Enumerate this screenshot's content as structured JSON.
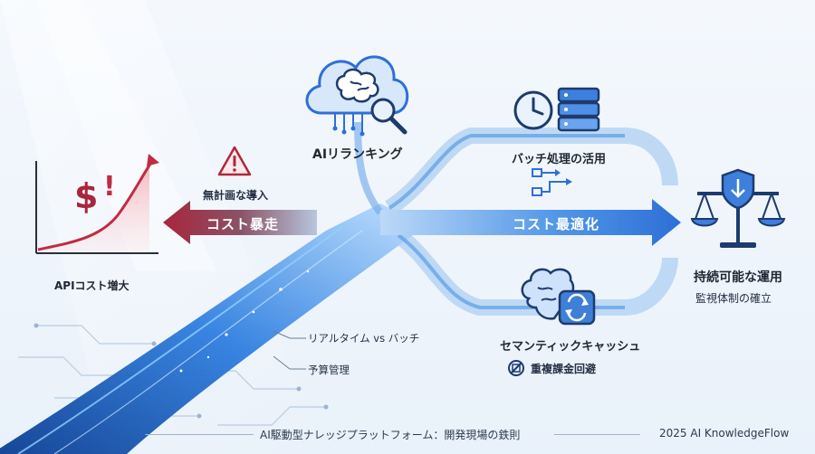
{
  "title": "AIリランキング",
  "left": {
    "warning_label": "無計画な導入",
    "arrow_label": "コスト暴走",
    "chart_label": "APIコスト増大"
  },
  "right": {
    "batch_label": "バッチ処理の活用",
    "arrow_label": "コスト最適化",
    "semantic_label": "セマンティックキャッシュ",
    "dedup_label": "重複課金回避",
    "result_title": "持続可能な運用",
    "result_sub": "監視体制の確立"
  },
  "bottom": {
    "realtime_label": "リアルタイム vs バッチ",
    "budget_label": "予算管理"
  },
  "footer": {
    "center": "AI駆動型ナレッジプラットフォーム：開発現場の鉄則",
    "right": "2025 AI KnowledgeFlow"
  },
  "colors": {
    "accent_blue": "#2f6fd6",
    "danger_red": "#c23a4a",
    "dark_navy": "#1d3b6e"
  }
}
